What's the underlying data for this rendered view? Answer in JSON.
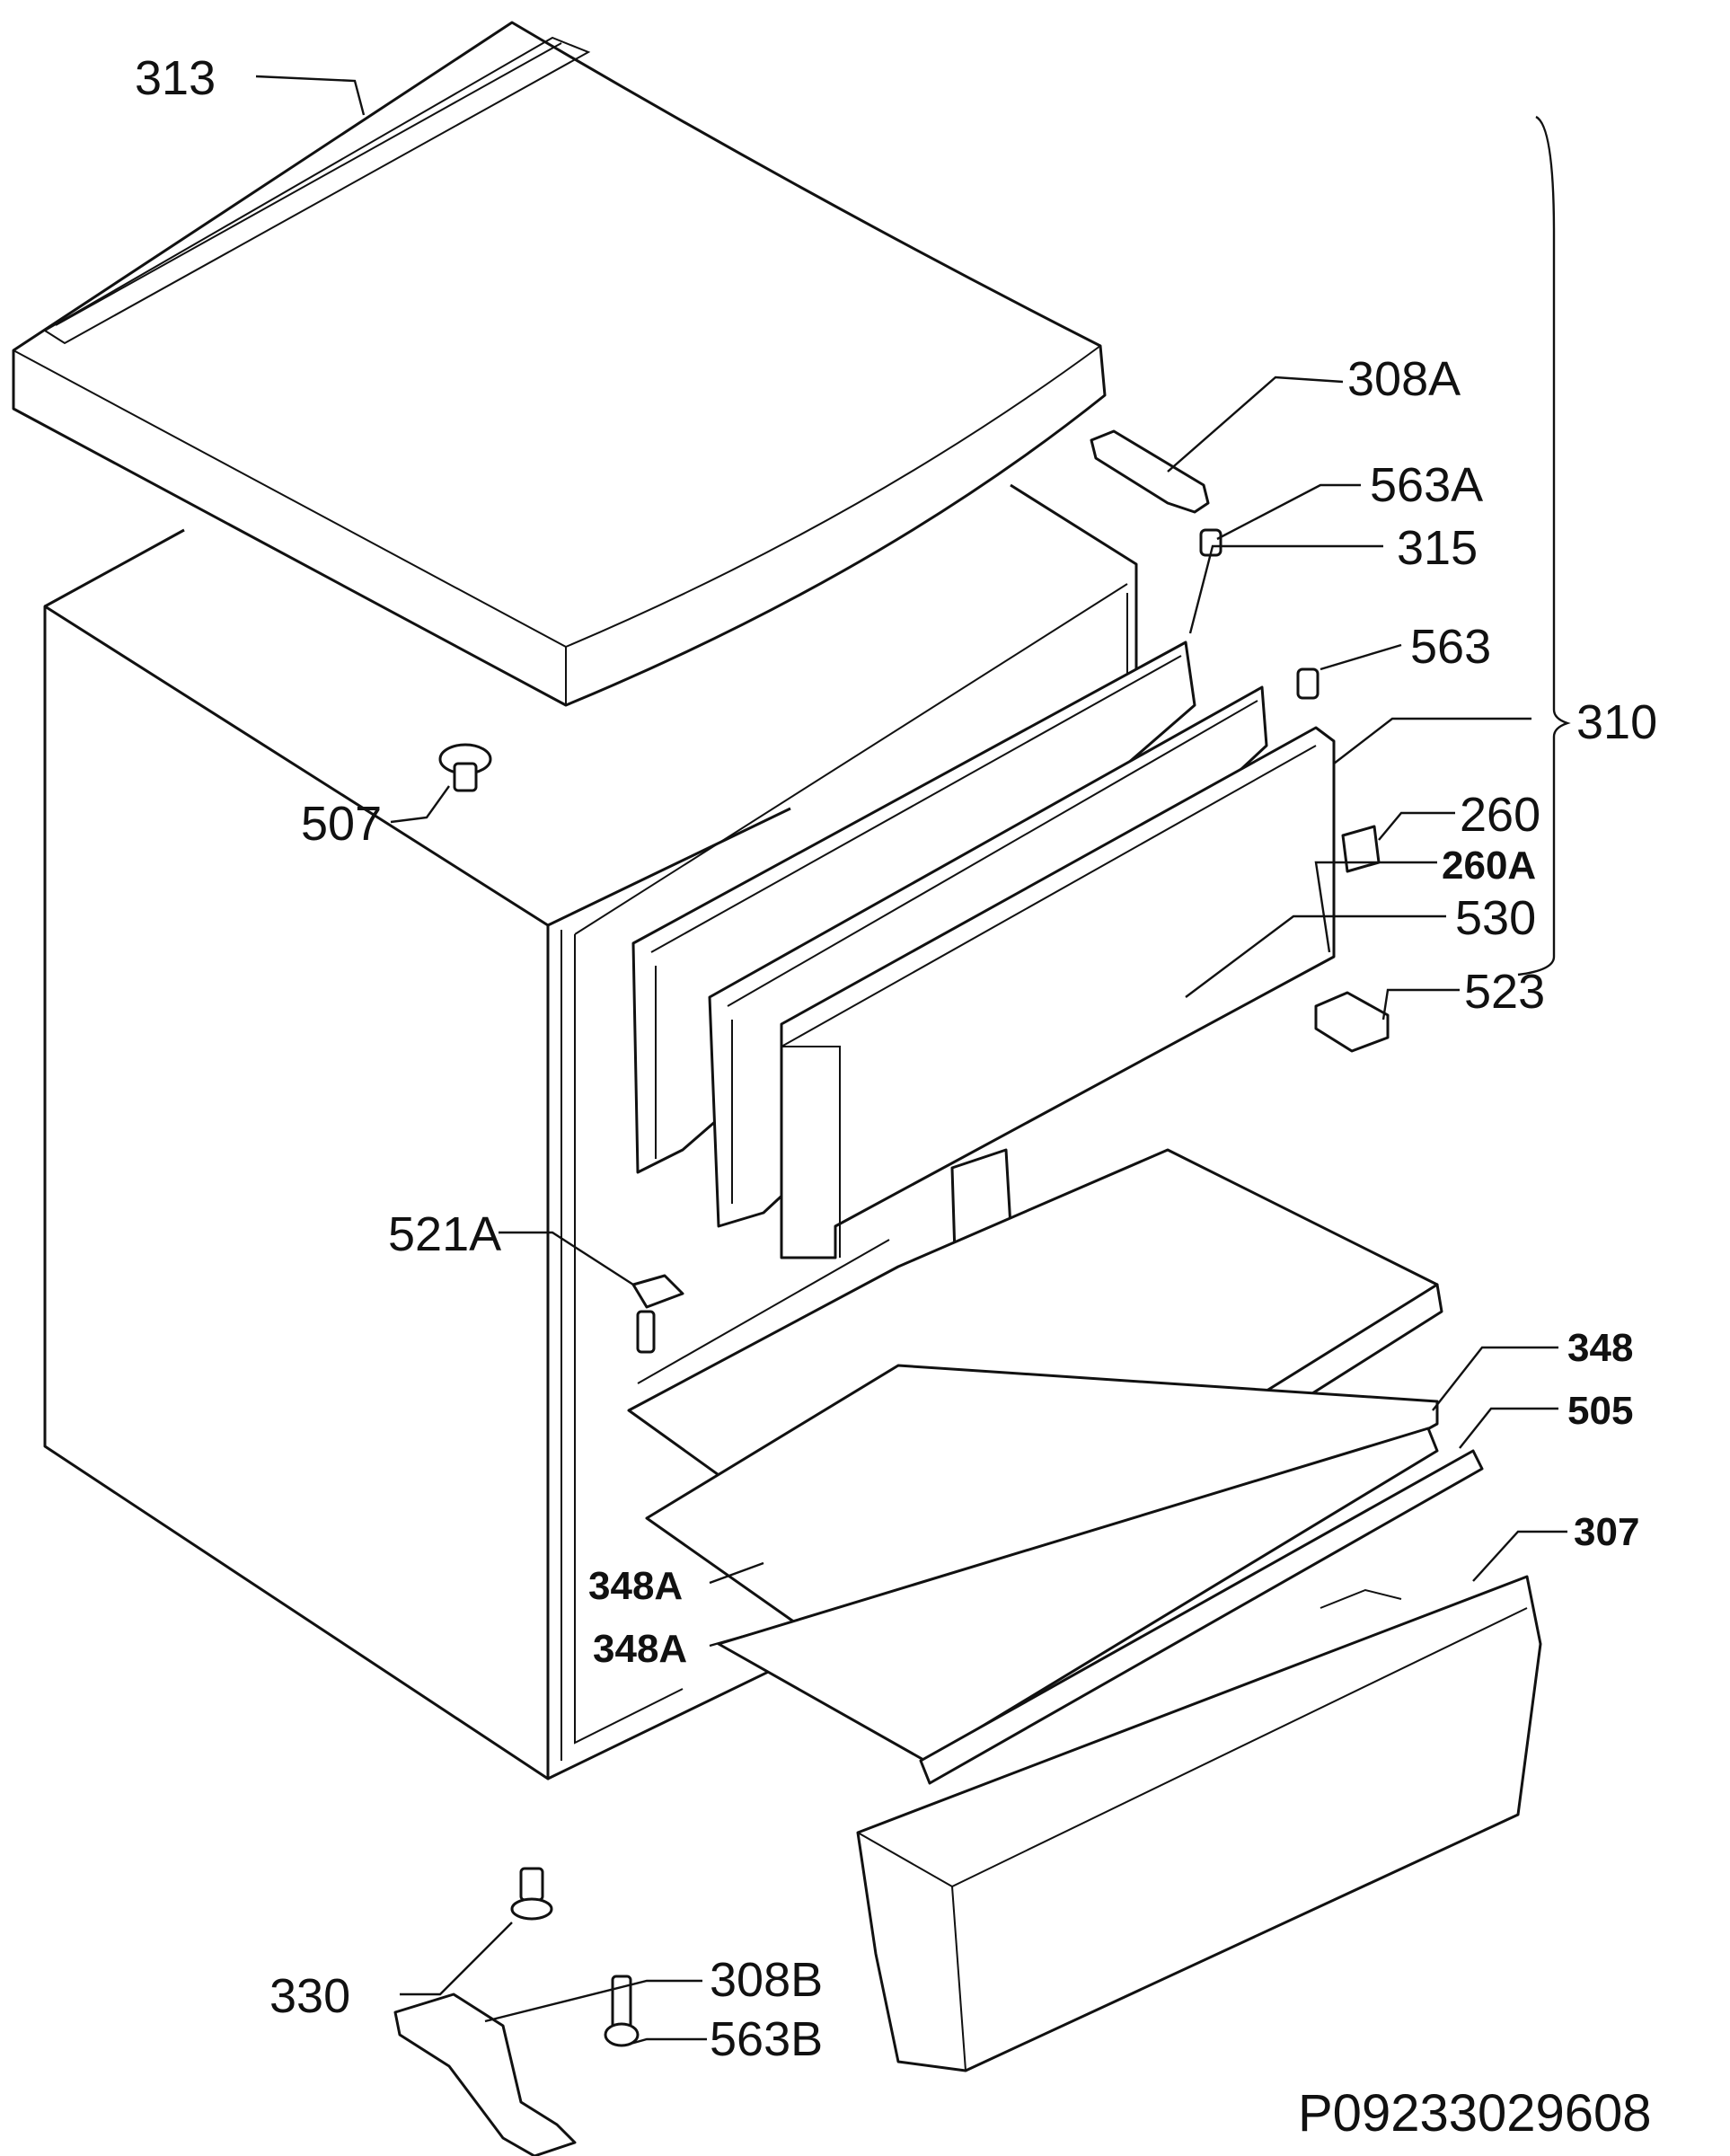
{
  "labels": {
    "l313": "313",
    "l308A": "308A",
    "l563A": "563A",
    "l315": "315",
    "l563": "563",
    "l310": "310",
    "l507": "507",
    "l260": "260",
    "l260A": "260A",
    "l530": "530",
    "l523": "523",
    "l521A": "521A",
    "l348": "348",
    "l505": "505",
    "l307": "307",
    "l348A_1": "348A",
    "l348A_2": "348A",
    "l330": "330",
    "l308B": "308B",
    "l563B": "563B"
  },
  "drawing_code": "P09233029608"
}
